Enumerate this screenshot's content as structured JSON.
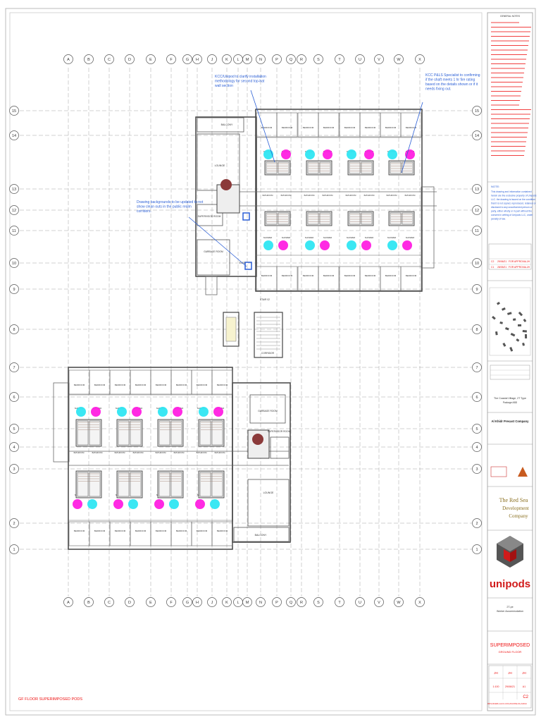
{
  "sheet": {
    "footer_title": "GF FLOOR SUPERIMPOSED PODS",
    "grid_columns": [
      "A",
      "B",
      "C",
      "D",
      "E",
      "F",
      "G",
      "H",
      "J",
      "K",
      "L",
      "M",
      "N",
      "P",
      "Q",
      "R",
      "S",
      "T",
      "U",
      "V",
      "W",
      "X"
    ],
    "grid_rows_upper": [
      "15",
      "14",
      "13",
      "12",
      "11",
      "10",
      "9",
      "8"
    ],
    "grid_rows_lower": [
      "7",
      "6",
      "5",
      "4",
      "3",
      "2",
      "1"
    ]
  },
  "annotations": {
    "top_left": [
      "KCC/Unipod to clarify installation",
      "methodology for second top-hat",
      "wall section"
    ],
    "top_right": [
      "KCC P&LS Specialist to confirming",
      "if the shaft meets 1 hr fire rating",
      "based on the details shown or if it",
      "needs fixing out."
    ],
    "mid_left": [
      "Drawing backgrounds to be updated to not",
      "show clean outs in the public realm",
      "corridors."
    ]
  },
  "rooms": {
    "bedroom": "BEDROOM",
    "bathroom": "BATHROOM",
    "shower": "SHOWER",
    "balcony": "BALCONY",
    "lounge": "LOUNGE",
    "supervisor": "SUPERVISOR ROOM",
    "garbage": "GARBAGE ROOM",
    "stair": "STAIR 02",
    "corridor": "CORRIDOR",
    "elec": "ELEC"
  },
  "title_block": {
    "notes_heading": "GENERAL NOTES",
    "note_box": "NOTE:",
    "note_text": [
      "This drawing and information contained",
      "herein are the exclusive property of Unipods",
      "LLC. the drawing is issued on the condition",
      "that it is not copied, reproduced, retained or",
      "disclosed to any unauthorized person or",
      "party, either wholly or in part without the",
      "consent in writing of Unipods LLC, under",
      "penalty of law."
    ],
    "revisions": [
      {
        "rev": "C2",
        "date": "29/06/21",
        "desc": "FOR APPROVAL",
        "by": "JH"
      },
      {
        "rev": "C1",
        "date": "28/05/21",
        "desc": "FOR APPROVAL",
        "by": "JH"
      }
    ],
    "project": [
      "The Coastal Village, 2T Type",
      "Package ABD"
    ],
    "client": "Al Khidr Precast Company",
    "developer": [
      "The Red Sea",
      "Development",
      "Company"
    ],
    "brand": "unipods",
    "building": [
      "2T-pe",
      "Worker Accommodation"
    ],
    "drawing_title": "SUPERIMPOSED",
    "drawing_subtitle": "GROUND FLOOR",
    "drawn_by": "JH",
    "checked_by": "JH",
    "approved_by": "JH",
    "scale": "1:100",
    "date": "29/06/21",
    "sheet_no": "A1",
    "revision": "C2",
    "drawing_no": "RDS-RCEB-1-HCC-UNI-2D-DDW-ZA-A3014"
  },
  "colors": {
    "grid": "#8c8c8c",
    "wall": "#444444",
    "magenta": "#ff1fe1",
    "cyan": "#2fe6f2",
    "dot_red": "#8b3a3a",
    "annotation": "#2b5fd6",
    "red_text": "#ee1111"
  }
}
